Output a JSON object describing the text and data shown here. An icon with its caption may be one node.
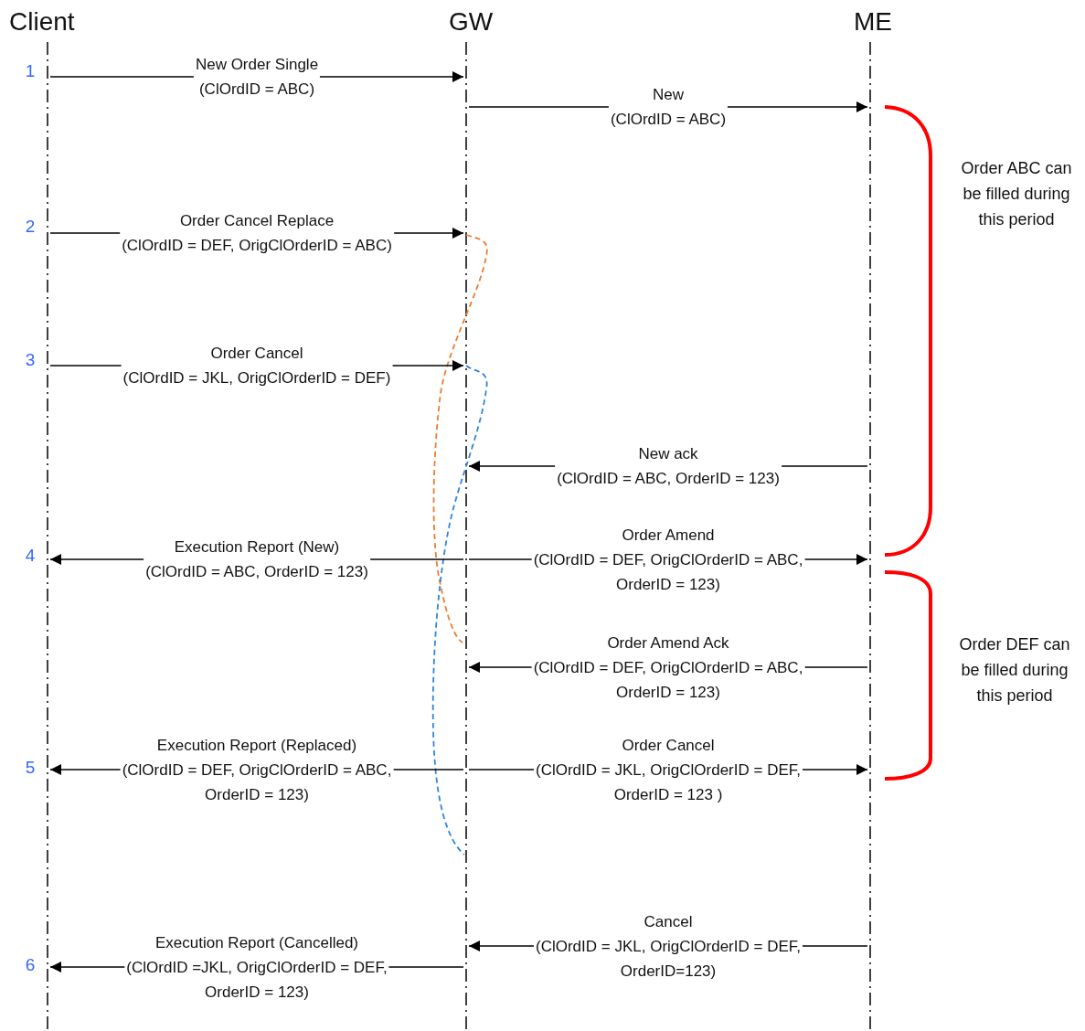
{
  "diagram": {
    "nodes": [
      {
        "text": [],
        "shape": "line",
        "beside": [
          "Client"
        ]
      },
      {
        "text": [],
        "shape": "line",
        "beside": [
          "GW"
        ]
      },
      {
        "text": [],
        "shape": "line",
        "beside": [
          "ME"
        ]
      }
    ],
    "edges": [
      {
        "from": 0,
        "to": 1,
        "arrow": "to",
        "label": "New Order Single (ClOrdID = ABC)"
      },
      {
        "from": 1,
        "to": 2,
        "arrow": "to",
        "label": "New (ClOrdID = ABC)"
      },
      {
        "from": 0,
        "to": 1,
        "arrow": "to",
        "label": "Order Cancel Replace (ClOrdID = DEF, OrigClOrderID = ABC)"
      },
      {
        "from": 0,
        "to": 1,
        "arrow": "to",
        "label": "Order Cancel (ClOrdID = JKL, OrigClOrderID = DEF)"
      },
      {
        "from": 2,
        "to": 1,
        "arrow": "to",
        "label": "New ack (ClOrdID = ABC, OrderID = 123)"
      },
      {
        "from": 1,
        "to": 0,
        "arrow": "to",
        "label": "Execution Report (New) (ClOrdID = ABC, OrderID = 123)"
      },
      {
        "from": 1,
        "to": 2,
        "arrow": "to",
        "label": "Order Amend (ClOrdID = DEF, OrigClOrderID = ABC, OrderID = 123)"
      },
      {
        "from": 2,
        "to": 1,
        "arrow": "to",
        "label": "Order Amend Ack (ClOrdID = DEF, OrigClOrderID = ABC, OrderID = 123)"
      },
      {
        "from": 1,
        "to": 0,
        "arrow": "to",
        "label": "Execution Report (Replaced) (ClOrdID = DEF, OrigClOrderID = ABC, OrderID = 123)"
      },
      {
        "from": 1,
        "to": 2,
        "arrow": "to",
        "label": "Order Cancel (ClOrdID = JKL, OrigClOrderID = DEF, OrderID = 123 )"
      },
      {
        "from": 2,
        "to": 1,
        "arrow": "to",
        "label": "Cancel (ClOrdID = JKL, OrigClOrderID = DEF, OrderID=123)"
      },
      {
        "from": 1,
        "to": 0,
        "arrow": "to",
        "label": "Execution Report (Cancelled) (ClOrdID =JKL, OrigClOrderID = DEF, OrderID = 123)"
      }
    ],
    "labels": [
      "1",
      "Order ABC can be filled during this period",
      "2",
      "3",
      "4",
      "Order DEF can be filled during this period",
      "5",
      "6"
    ]
  }
}
